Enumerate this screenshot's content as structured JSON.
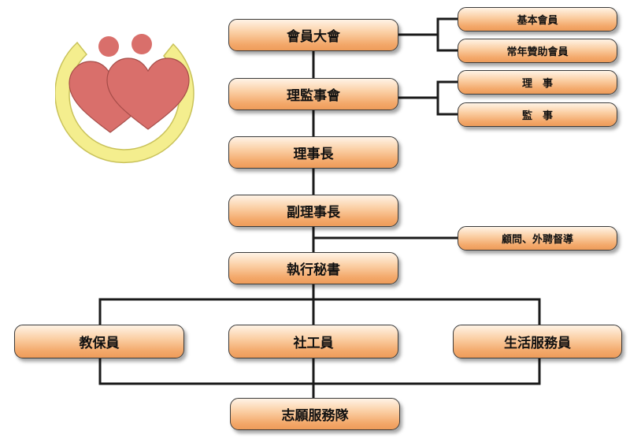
{
  "chart_data": {
    "type": "org-chart",
    "nodes": {
      "general_assembly": "會員大會",
      "basic_member": "基本會員",
      "sponsor_member": "常年贊助會員",
      "board_directors": "理監事會",
      "director": "理　事",
      "supervisor": "監　事",
      "chairman": "理事長",
      "vice_chairman": "副理事長",
      "advisors": "顧問、外聘督導",
      "exec_secretary": "執行秘書",
      "caregiver": "教保員",
      "social_worker": "社工員",
      "life_service": "生活服務員",
      "volunteer_team": "志願服務隊"
    }
  },
  "logo": {
    "heart_color": "#d96f6b",
    "ring_color": "#f4ee8e",
    "ring_stroke": "#c9c25a"
  }
}
